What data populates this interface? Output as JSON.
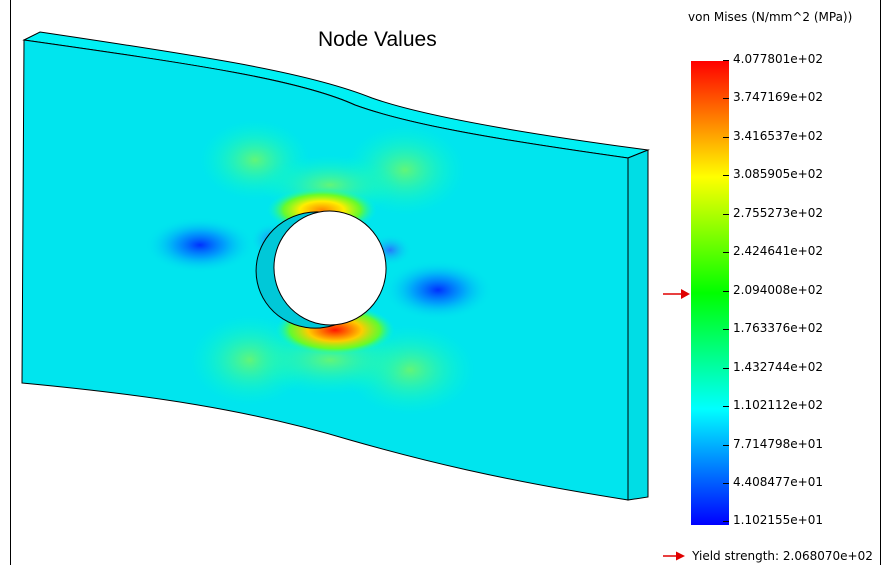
{
  "plot": {
    "title": "Node Values"
  },
  "legend": {
    "title": "von Mises (N/mm^2 (MPa))",
    "ticks": [
      "4.077801e+02",
      "3.747169e+02",
      "3.416537e+02",
      "3.085905e+02",
      "2.755273e+02",
      "2.424641e+02",
      "2.094008e+02",
      "1.763376e+02",
      "1.432744e+02",
      "1.102112e+02",
      "7.714798e+01",
      "4.408477e+01",
      "1.102155e+01"
    ],
    "colors": [
      "#ff0000",
      "#ffff00",
      "#00ff00",
      "#00ffff",
      "#0000ff"
    ]
  },
  "yield": {
    "label": "Yield strength: 2.068070e+02"
  },
  "colors": {
    "plate_base": "#00e5ee",
    "plate_edge": "#00d8e0",
    "marker": "#e00000"
  }
}
